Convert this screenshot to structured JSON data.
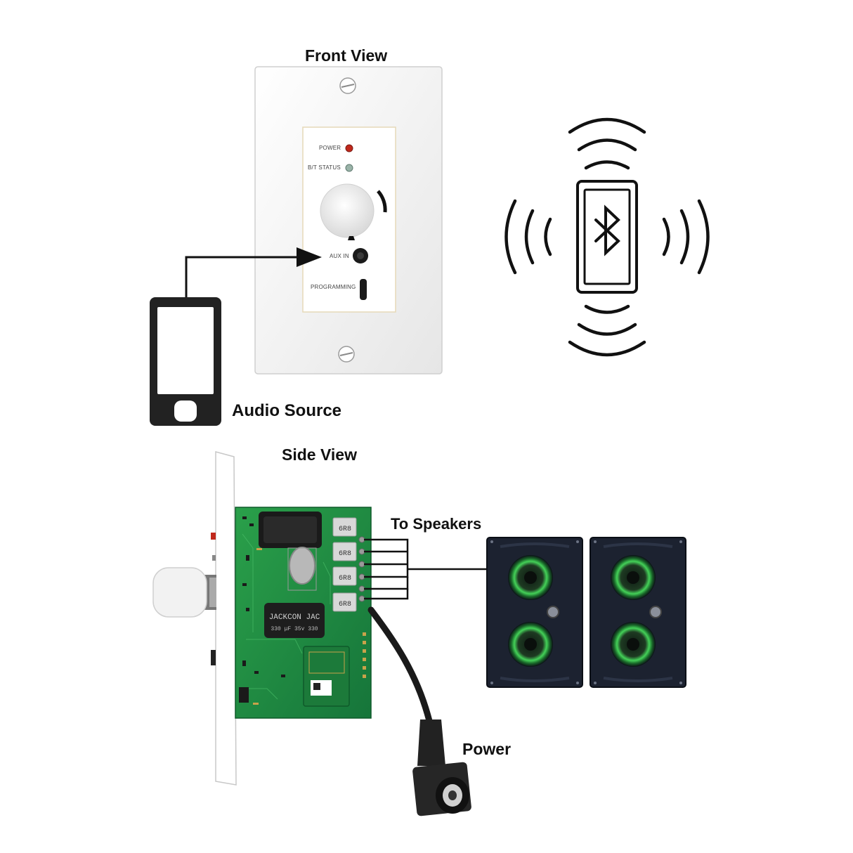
{
  "labels": {
    "front_view": "Front View",
    "side_view": "Side View",
    "audio_source": "Audio Source",
    "to_speakers": "To Speakers",
    "power": "Power"
  },
  "front_panel": {
    "power": "POWER",
    "bt_status": "B/T STATUS",
    "aux_in": "AUX IN",
    "programming": "PROGRAMMING"
  },
  "pcb": {
    "capacitor_text": "JACKCON JAC",
    "capacitor_subtext": "330 μF 35v 330",
    "inductor_text": "6R8"
  },
  "icons": [
    "phone-icon",
    "bluetooth-phone-icon",
    "arrow-icon"
  ],
  "colors": {
    "pcb_green": "#1e8a3c",
    "speaker_body": "#1c2230",
    "speaker_ring": "#35c24a",
    "power_led": "#c0281c",
    "status_led": "#9ab3a8"
  }
}
